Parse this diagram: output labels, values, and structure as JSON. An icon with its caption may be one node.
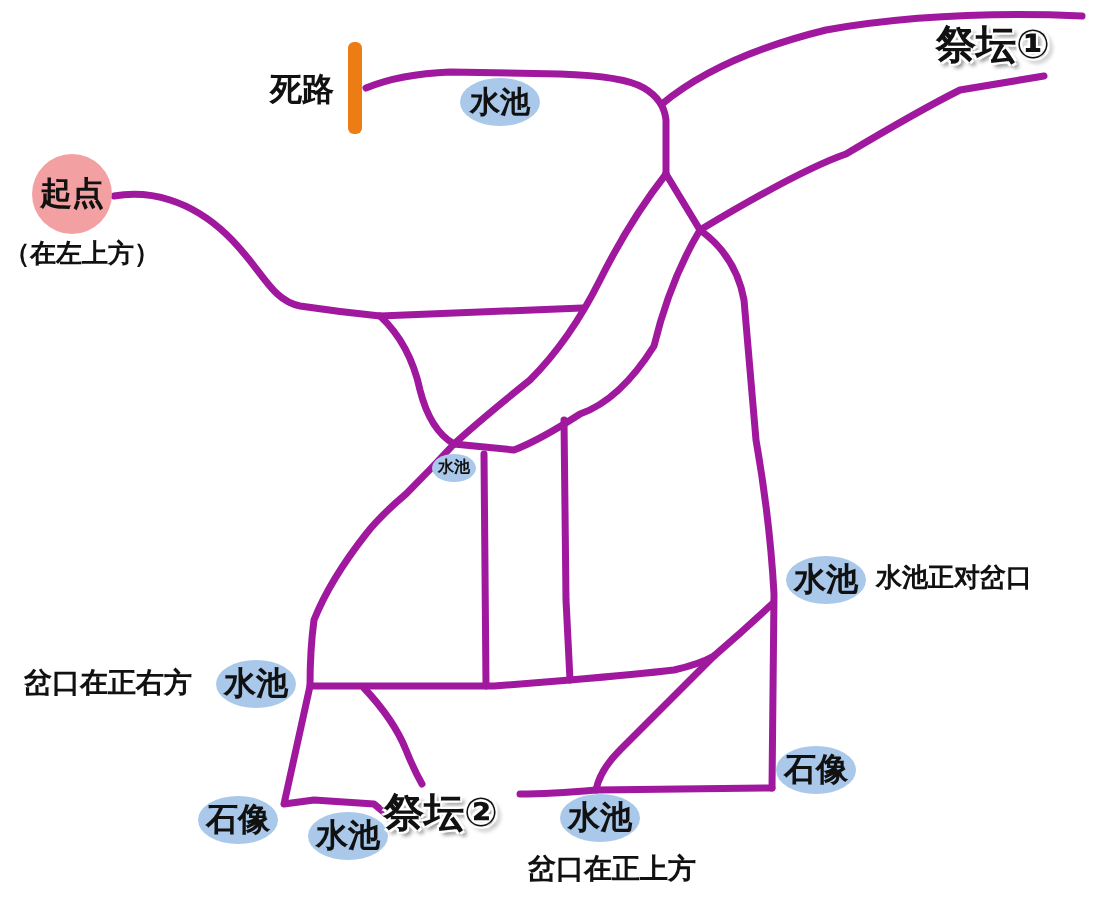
{
  "diagram": {
    "nodes": [
      {
        "text": [
          "水池"
        ]
      },
      {
        "text": [
          "起点"
        ],
        "beside": [
          "（在左上方）"
        ]
      },
      {
        "text": [
          "水池"
        ]
      },
      {
        "text": [
          "水池"
        ],
        "beside": [
          "水池正对岔口"
        ]
      },
      {
        "text": [
          "水池"
        ],
        "beside": [
          "岔口在正右方"
        ]
      },
      {
        "text": [
          "石像"
        ]
      },
      {
        "text": [
          "水池"
        ]
      },
      {
        "text": [
          "水池"
        ],
        "beside": [
          "岔口在正上方"
        ]
      },
      {
        "text": [
          "石像"
        ]
      }
    ],
    "labels": [
      "死路",
      "祭坛①",
      "祭坛②"
    ]
  }
}
